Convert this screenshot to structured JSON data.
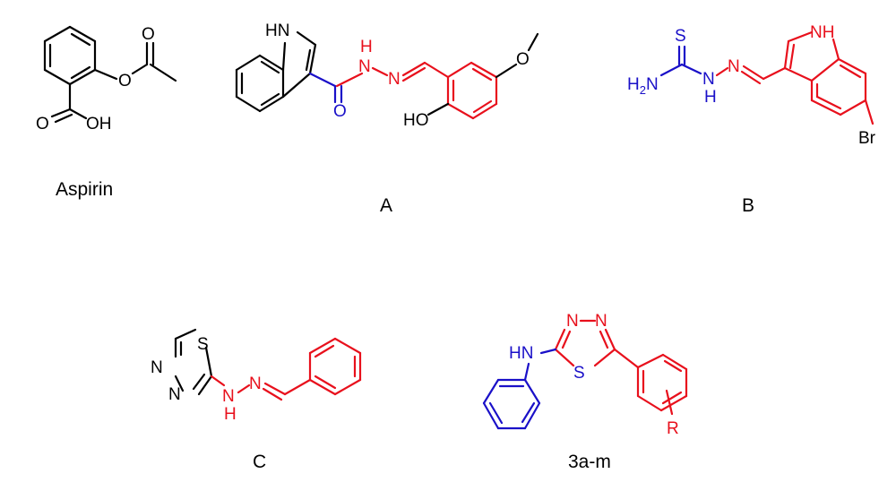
{
  "colors": {
    "black": "#000000",
    "red": "#e8101c",
    "blue": "#1a10c8"
  },
  "labels": {
    "aspirin": "Aspirin",
    "a": "A",
    "b": "B",
    "c": "C",
    "series": "3a-m"
  },
  "atoms": {
    "O": "O",
    "OH": "OH",
    "HO": "HO",
    "HN": "HN",
    "NH": "NH",
    "H": "H",
    "N": "N",
    "S": "S",
    "Br": "Br",
    "R": "R",
    "H2N_main": "H",
    "H2N_sub": "2",
    "H2N_tail": "N"
  }
}
